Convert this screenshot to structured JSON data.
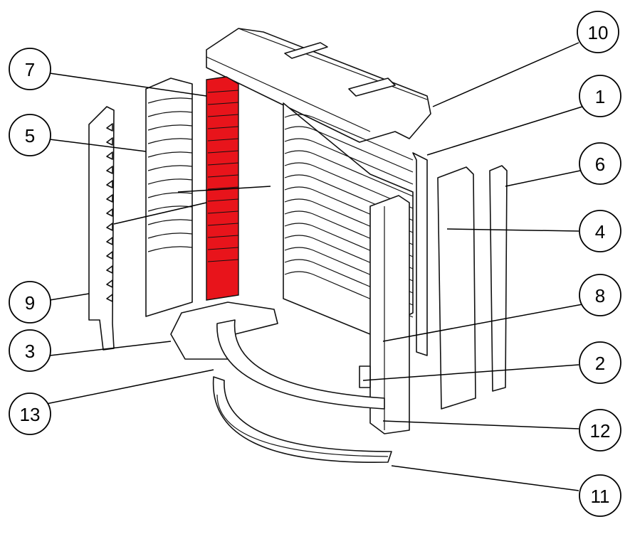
{
  "diagram": {
    "type": "exploded-parts-diagram",
    "highlight_color": "#e8141b",
    "highlighted_part": "7",
    "callouts": [
      {
        "label": "10"
      },
      {
        "label": "7"
      },
      {
        "label": "1"
      },
      {
        "label": "5"
      },
      {
        "label": "6"
      },
      {
        "label": "4"
      },
      {
        "label": "9"
      },
      {
        "label": "8"
      },
      {
        "label": "3"
      },
      {
        "label": "2"
      },
      {
        "label": "13"
      },
      {
        "label": "12"
      },
      {
        "label": "11"
      }
    ]
  }
}
